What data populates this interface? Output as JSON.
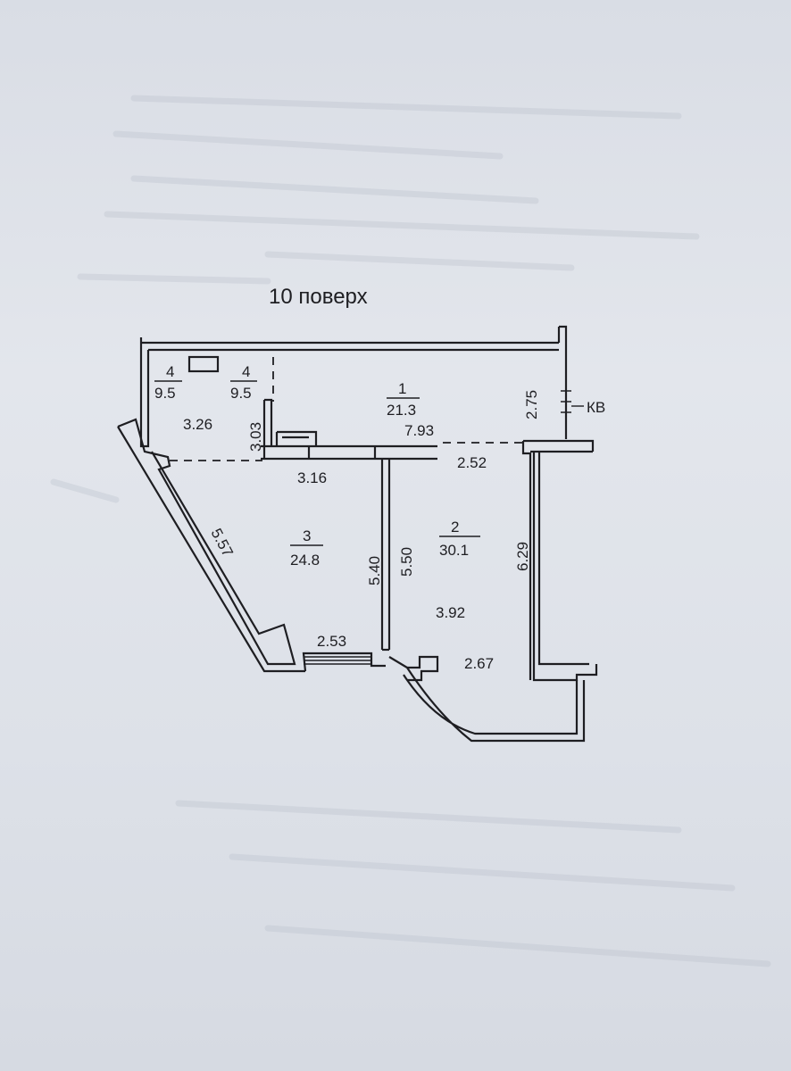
{
  "plan": {
    "floor_title": "10 поверх",
    "entrance_label": "КВ",
    "rooms": [
      {
        "number": "4",
        "area": "9.5"
      },
      {
        "number": "4",
        "area": "9.5"
      },
      {
        "number": "1",
        "area": "21.3"
      },
      {
        "number": "3",
        "area": "24.8"
      },
      {
        "number": "2",
        "area": "30.1"
      }
    ],
    "dimensions": [
      "3.26",
      "3.03",
      "2.75",
      "7.93",
      "2.52",
      "3.16",
      "5.57",
      "5.40",
      "5.50",
      "6.29",
      "3.92",
      "2.53",
      "2.67"
    ]
  },
  "colors": {
    "paper": "#dfe3ea",
    "ink": "#1e1e22"
  }
}
